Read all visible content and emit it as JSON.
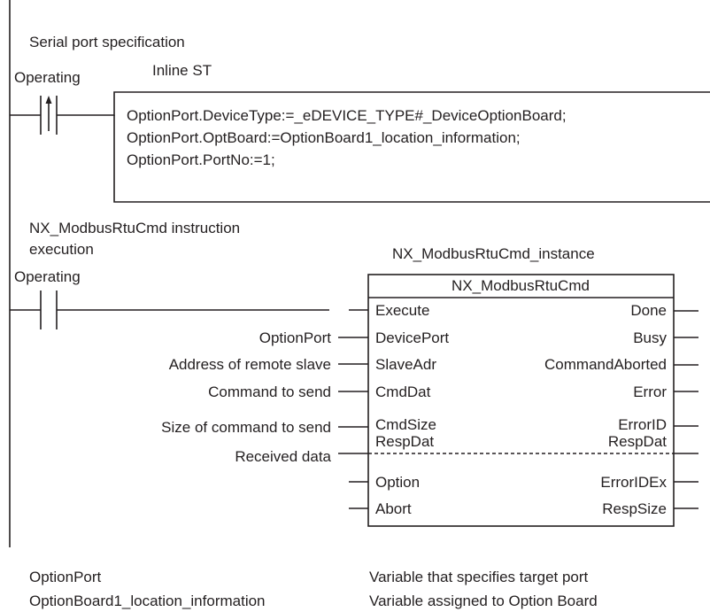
{
  "rung1": {
    "comment": "Serial port specification",
    "contact_label": "Operating",
    "block_title": "Inline ST",
    "st_lines": [
      "OptionPort.DeviceType:=_eDEVICE_TYPE#_DeviceOptionBoard;",
      "OptionPort.OptBoard:=OptionBoard1_location_information;",
      "OptionPort.PortNo:=1;"
    ]
  },
  "rung2": {
    "comment_line1": "NX_ModbusRtuCmd instruction",
    "comment_line2": "execution",
    "contact_label": "Operating",
    "instance_name": "NX_ModbusRtuCmd_instance",
    "fb_name": "NX_ModbusRtuCmd",
    "inputs": [
      {
        "pin": "Execute",
        "arg": ""
      },
      {
        "pin": "DevicePort",
        "arg": "OptionPort"
      },
      {
        "pin": "SlaveAdr",
        "arg": "Address of remote slave"
      },
      {
        "pin": "CmdDat",
        "arg": "Command to send"
      },
      {
        "pin": "CmdSize",
        "arg": "Size of command to send"
      },
      {
        "pin": "Option",
        "arg": ""
      },
      {
        "pin": "Abort",
        "arg": ""
      }
    ],
    "inout": {
      "pin_in": "RespDat",
      "pin_out": "RespDat",
      "arg": "Received data"
    },
    "outputs": [
      "Done",
      "Busy",
      "CommandAborted",
      "Error",
      "ErrorID",
      "ErrorIDEx",
      "RespSize"
    ]
  },
  "legend": [
    {
      "name": "OptionPort",
      "desc": "Variable that specifies target port"
    },
    {
      "name": "OptionBoard1_location_information",
      "desc": "Variable assigned to Option Board"
    }
  ]
}
